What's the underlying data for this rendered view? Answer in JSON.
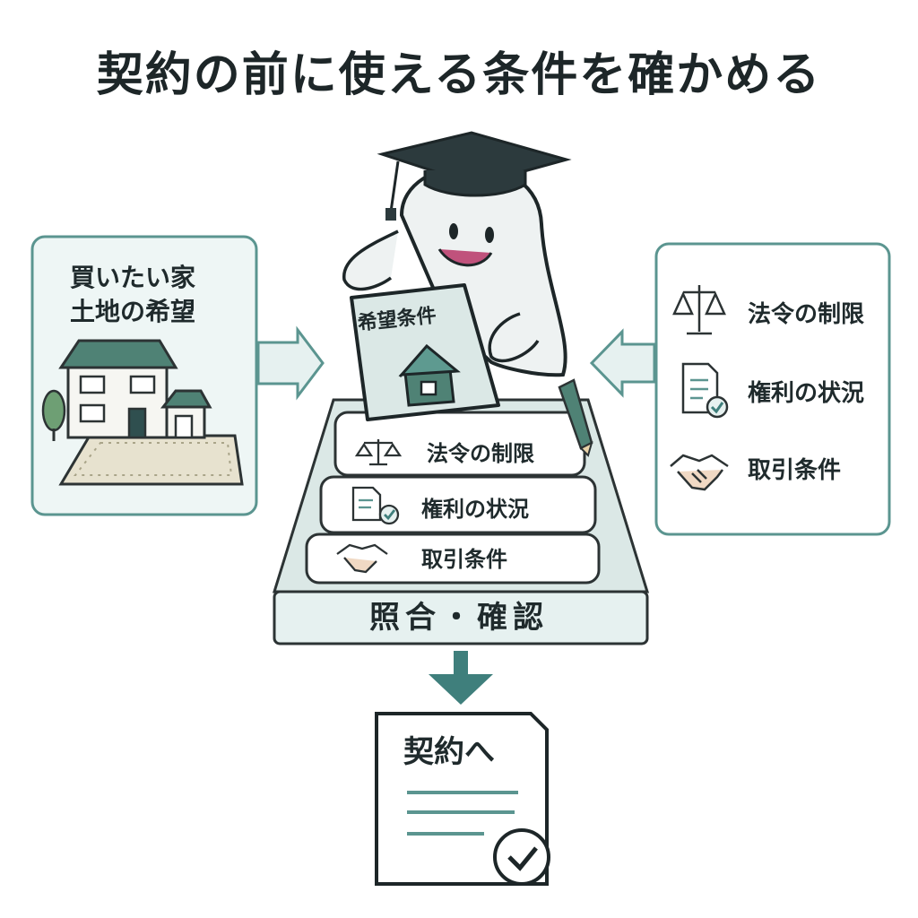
{
  "title": "契約の前に使える条件を確かめる",
  "left_card": {
    "line1": "買いたい家",
    "line2": "土地の希望"
  },
  "clipboard_label": "希望条件",
  "layers": [
    {
      "label": "法令の制限",
      "icon": "scale-icon"
    },
    {
      "label": "権利の状況",
      "icon": "document-check-icon"
    },
    {
      "label": "取引条件",
      "icon": "handshake-icon"
    }
  ],
  "base_label": "照合・確認",
  "right_items": [
    {
      "label": "法令の制限",
      "icon": "scale-icon"
    },
    {
      "label": "権利の状況",
      "icon": "document-check-icon"
    },
    {
      "label": "取引条件",
      "icon": "handshake-icon"
    }
  ],
  "result_label": "契約へ",
  "colors": {
    "teal": "#3f7f7c",
    "teal_light": "#e6f1f0",
    "card_border": "#5b9590",
    "dark": "#1f2a2c",
    "house_roof": "#4f8275",
    "tongue": "#c0527c"
  }
}
